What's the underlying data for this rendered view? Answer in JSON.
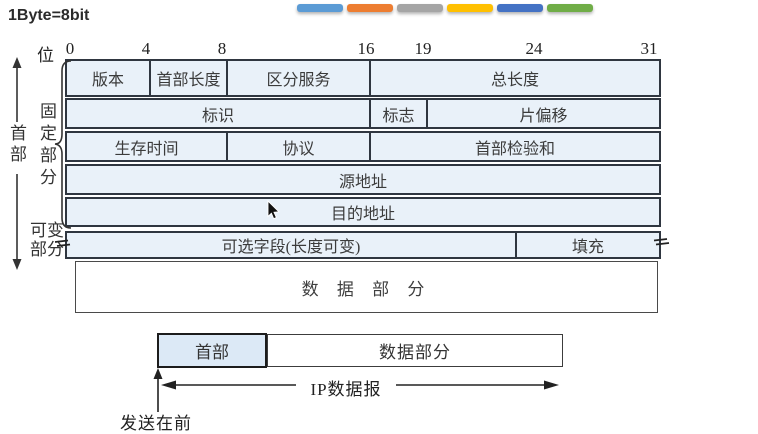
{
  "title": "1Byte=8bit",
  "legend": {
    "bar_colors": [
      "#5B9BD5",
      "#ED7D31",
      "#A5A5A5",
      "#FFC000",
      "#4472C4",
      "#70AD47"
    ]
  },
  "bit_header": {
    "unit_label": "位",
    "ticks": [
      "0",
      "4",
      "8",
      "16",
      "19",
      "24",
      "31"
    ]
  },
  "ip_header_table": {
    "rows": [
      {
        "cells": [
          {
            "label": "版本"
          },
          {
            "label": "首部长度"
          },
          {
            "label": "区分服务"
          },
          {
            "label": "总长度"
          }
        ]
      },
      {
        "cells": [
          {
            "label": "标识"
          },
          {
            "label": "标志"
          },
          {
            "label": "片偏移"
          }
        ]
      },
      {
        "cells": [
          {
            "label": "生存时间"
          },
          {
            "label": "协议"
          },
          {
            "label": "首部检验和"
          }
        ]
      },
      {
        "cells": [
          {
            "label": "源地址"
          }
        ]
      },
      {
        "cells": [
          {
            "label": "目的地址"
          }
        ]
      },
      {
        "cells": [
          {
            "label": "可选字段(长度可变)"
          },
          {
            "label": "填充"
          }
        ]
      }
    ],
    "data_section_label": "数 据 部 分"
  },
  "side_labels": {
    "header_span": "首部",
    "fixed_part": "固定部分",
    "variable_part_line1": "可变",
    "variable_part_line2": "部分"
  },
  "datagram_bar": {
    "header_label": "首部",
    "data_label": "数据部分",
    "span_label": "IP数据报",
    "sent_first_label": "发送在前"
  },
  "colors": {
    "cell_fill": "#E9F1F9",
    "cell_border": "#2F3640",
    "header_box_fill": "#DCE9F6",
    "text": "#3B3B3B"
  }
}
